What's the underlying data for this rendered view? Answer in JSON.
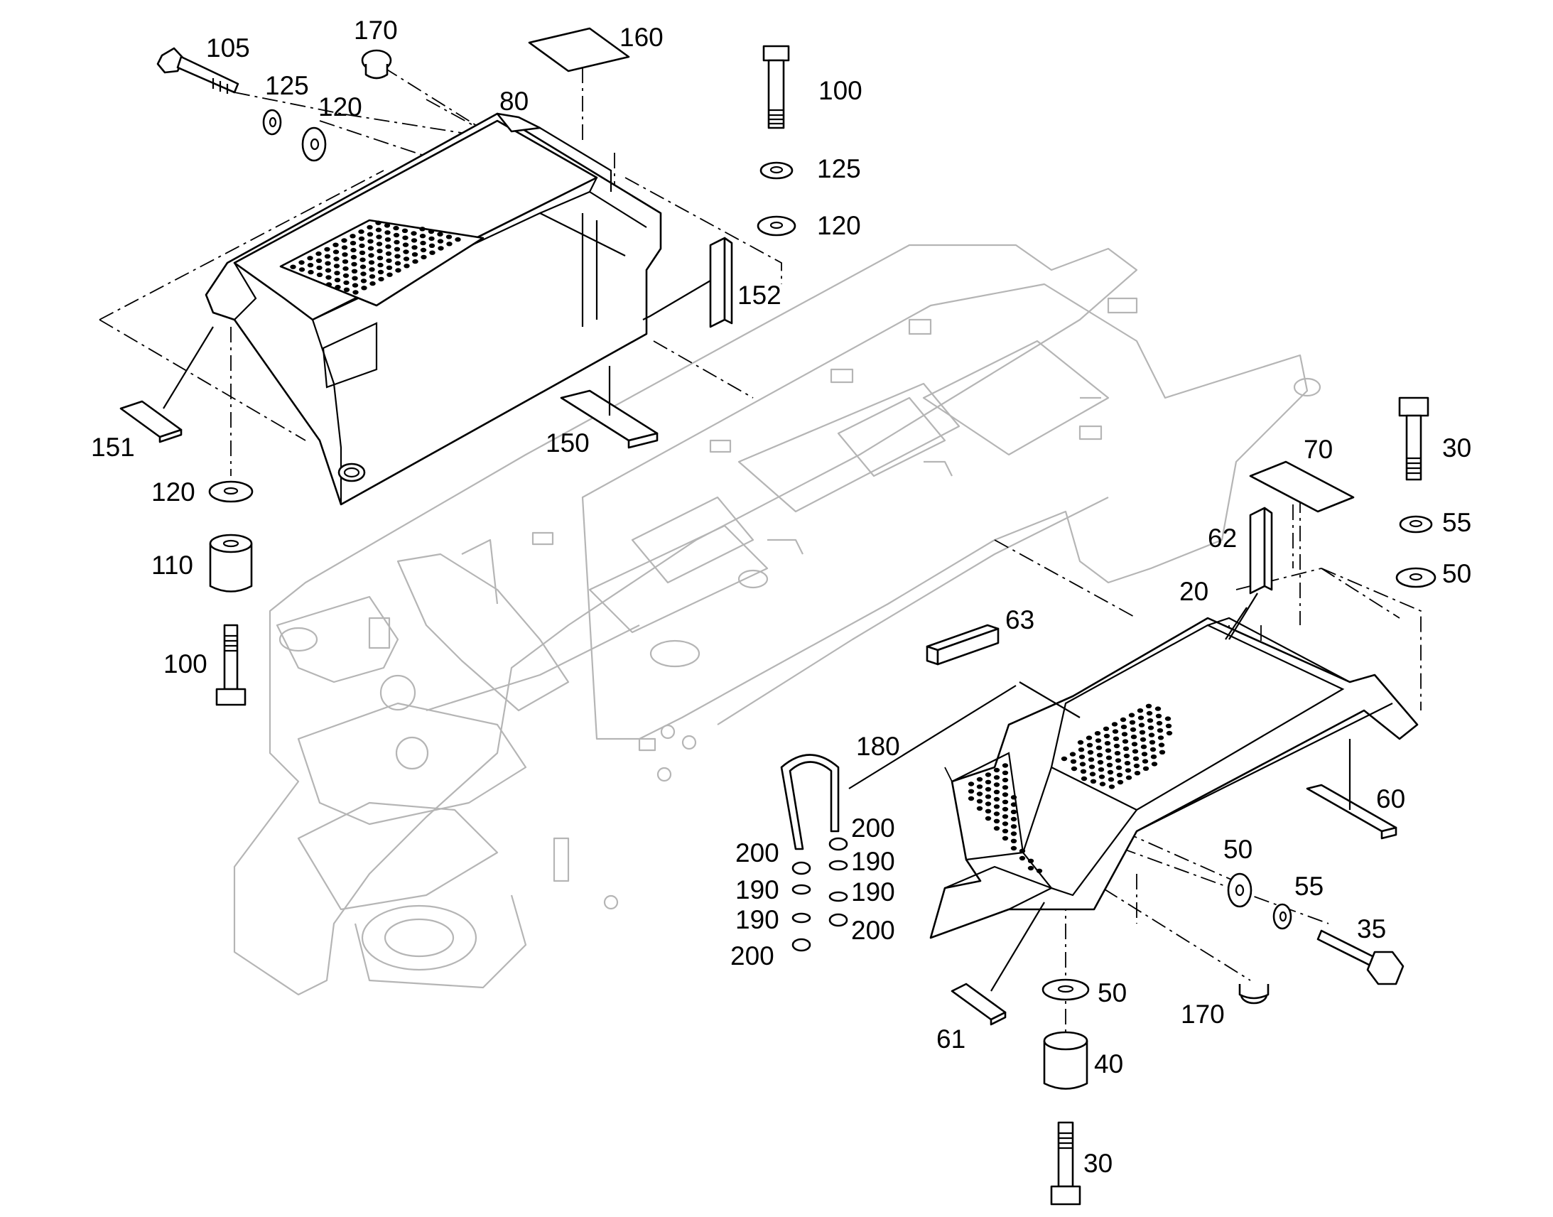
{
  "callouts": {
    "c105": "105",
    "c170a": "170",
    "c160": "160",
    "c100a": "100",
    "c125a": "125",
    "c120a": "120",
    "c80": "80",
    "c125b": "125",
    "c120b": "120",
    "c152": "152",
    "c151": "151",
    "c150": "150",
    "c120c": "120",
    "c110": "110",
    "c100b": "100",
    "c30a": "30",
    "c70": "70",
    "c55a": "55",
    "c62": "62",
    "c50a": "50",
    "c20": "20",
    "c63": "63",
    "c180": "180",
    "c200a": "200",
    "c200b": "200",
    "c190a": "190",
    "c190b": "190",
    "c190c": "190",
    "c190d": "190",
    "c200c": "200",
    "c200d": "200",
    "c60": "60",
    "c50b": "50",
    "c55b": "55",
    "c35": "35",
    "c61": "61",
    "c50c": "50",
    "c170b": "170",
    "c40": "40",
    "c30b": "30"
  },
  "icons": [
    "bolt",
    "washer",
    "spacer-sleeve",
    "grommet",
    "rubber-pad",
    "u-bolt",
    "hex-nut",
    "perforated-guard"
  ]
}
